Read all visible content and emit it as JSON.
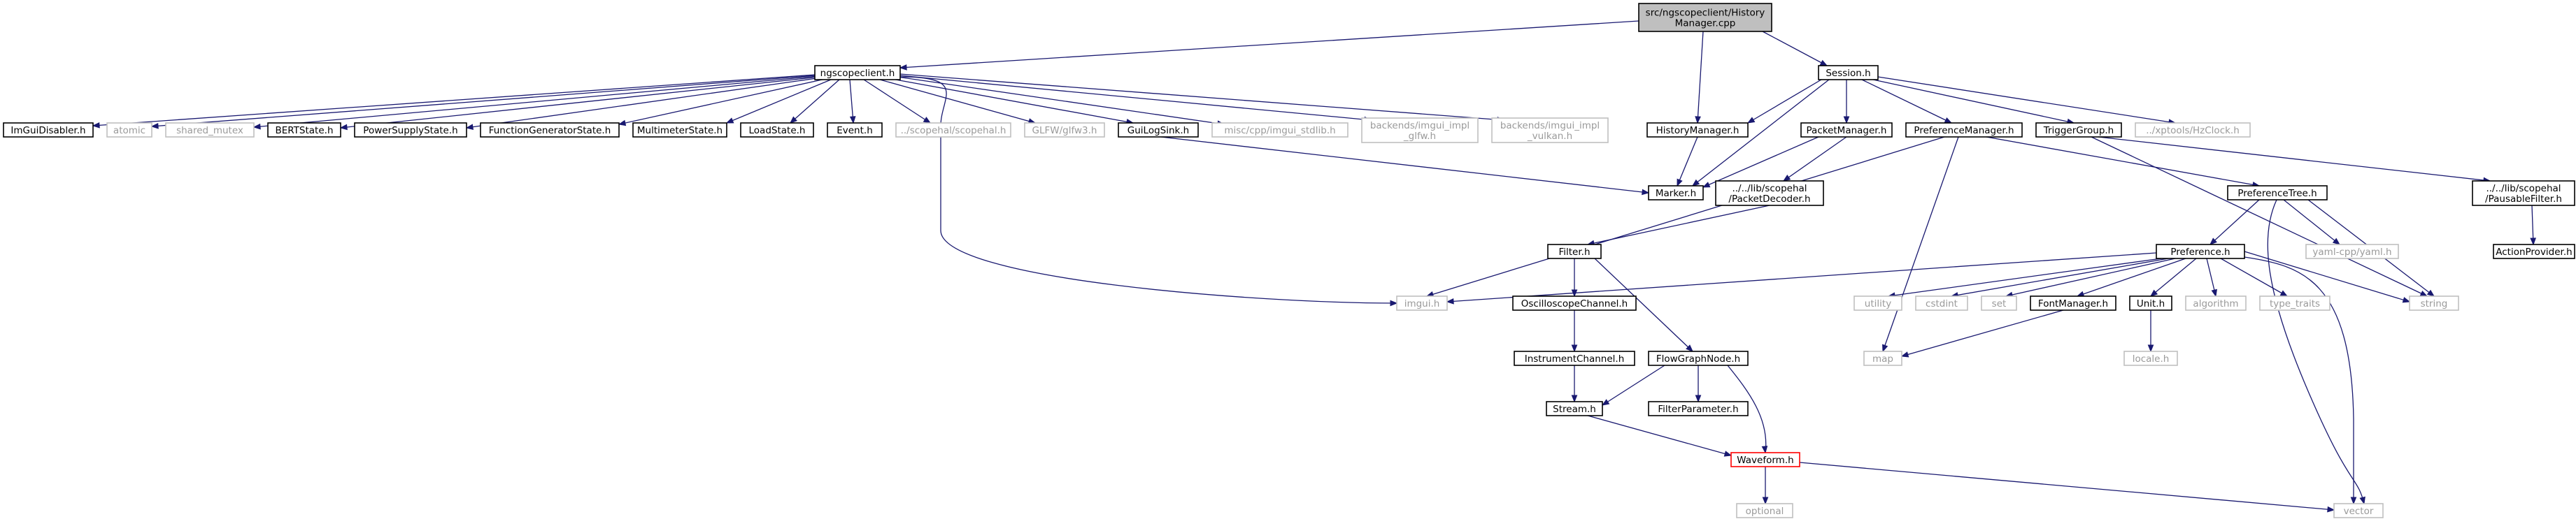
{
  "graph": {
    "edge_color": "#191970",
    "nodes": [
      {
        "id": "root",
        "lines": [
          "src/ngscopeclient/History",
          "Manager.cpp"
        ],
        "style": "root"
      },
      {
        "id": "ngscopeclient",
        "lines": [
          "ngscopeclient.h"
        ],
        "style": "strong"
      },
      {
        "id": "session",
        "lines": [
          "Session.h"
        ],
        "style": "strong"
      },
      {
        "id": "imguidisabler",
        "lines": [
          "ImGuiDisabler.h"
        ],
        "style": "strong"
      },
      {
        "id": "atomic",
        "lines": [
          "atomic"
        ],
        "style": "weak"
      },
      {
        "id": "sharedmutex",
        "lines": [
          "shared_mutex"
        ],
        "style": "weak"
      },
      {
        "id": "bertstate",
        "lines": [
          "BERTState.h"
        ],
        "style": "strong"
      },
      {
        "id": "powersupply",
        "lines": [
          "PowerSupplyState.h"
        ],
        "style": "strong"
      },
      {
        "id": "funcgen",
        "lines": [
          "FunctionGeneratorState.h"
        ],
        "style": "strong"
      },
      {
        "id": "multimeter",
        "lines": [
          "MultimeterState.h"
        ],
        "style": "strong"
      },
      {
        "id": "loadstate",
        "lines": [
          "LoadState.h"
        ],
        "style": "strong"
      },
      {
        "id": "event",
        "lines": [
          "Event.h"
        ],
        "style": "strong"
      },
      {
        "id": "scopehal",
        "lines": [
          "../scopehal/scopehal.h"
        ],
        "style": "weak"
      },
      {
        "id": "glfw",
        "lines": [
          "GLFW/glfw3.h"
        ],
        "style": "weak"
      },
      {
        "id": "guilogsink",
        "lines": [
          "GuiLogSink.h"
        ],
        "style": "strong"
      },
      {
        "id": "imguistdlib",
        "lines": [
          "misc/cpp/imgui_stdlib.h"
        ],
        "style": "weak"
      },
      {
        "id": "imguiglfw",
        "lines": [
          "backends/imgui_impl",
          "_glfw.h"
        ],
        "style": "weak"
      },
      {
        "id": "imguivulkan",
        "lines": [
          "backends/imgui_impl",
          "_vulkan.h"
        ],
        "style": "weak"
      },
      {
        "id": "historymgr",
        "lines": [
          "HistoryManager.h"
        ],
        "style": "strong"
      },
      {
        "id": "packetmgr",
        "lines": [
          "PacketManager.h"
        ],
        "style": "strong"
      },
      {
        "id": "prefmgr",
        "lines": [
          "PreferenceManager.h"
        ],
        "style": "strong"
      },
      {
        "id": "triggergroup",
        "lines": [
          "TriggerGroup.h"
        ],
        "style": "strong"
      },
      {
        "id": "hzclock",
        "lines": [
          "../xptools/HzClock.h"
        ],
        "style": "weak"
      },
      {
        "id": "marker",
        "lines": [
          "Marker.h"
        ],
        "style": "strong"
      },
      {
        "id": "packetdecoder",
        "lines": [
          "../../lib/scopehal",
          "/PacketDecoder.h"
        ],
        "style": "strong"
      },
      {
        "id": "preftree",
        "lines": [
          "PreferenceTree.h"
        ],
        "style": "strong"
      },
      {
        "id": "pausable",
        "lines": [
          "../../lib/scopehal",
          "/PausableFilter.h"
        ],
        "style": "strong"
      },
      {
        "id": "filter",
        "lines": [
          "Filter.h"
        ],
        "style": "strong"
      },
      {
        "id": "imgui",
        "lines": [
          "imgui.h"
        ],
        "style": "weak"
      },
      {
        "id": "preference",
        "lines": [
          "Preference.h"
        ],
        "style": "strong"
      },
      {
        "id": "yaml",
        "lines": [
          "yaml-cpp/yaml.h"
        ],
        "style": "weak"
      },
      {
        "id": "string",
        "lines": [
          "string"
        ],
        "style": "weak"
      },
      {
        "id": "actionprovider",
        "lines": [
          "ActionProvider.h"
        ],
        "style": "strong"
      },
      {
        "id": "utility",
        "lines": [
          "utility"
        ],
        "style": "weak"
      },
      {
        "id": "cstdint",
        "lines": [
          "cstdint"
        ],
        "style": "weak"
      },
      {
        "id": "set",
        "lines": [
          "set"
        ],
        "style": "weak"
      },
      {
        "id": "fontmgr",
        "lines": [
          "FontManager.h"
        ],
        "style": "strong"
      },
      {
        "id": "unit",
        "lines": [
          "Unit.h"
        ],
        "style": "strong"
      },
      {
        "id": "algorithm",
        "lines": [
          "algorithm"
        ],
        "style": "weak"
      },
      {
        "id": "typetraits",
        "lines": [
          "type_traits"
        ],
        "style": "weak"
      },
      {
        "id": "oscchannel",
        "lines": [
          "OscilloscopeChannel.h"
        ],
        "style": "strong"
      },
      {
        "id": "map",
        "lines": [
          "map"
        ],
        "style": "weak"
      },
      {
        "id": "locale",
        "lines": [
          "locale.h"
        ],
        "style": "weak"
      },
      {
        "id": "instrchannel",
        "lines": [
          "InstrumentChannel.h"
        ],
        "style": "strong"
      },
      {
        "id": "flowgraph",
        "lines": [
          "FlowGraphNode.h"
        ],
        "style": "strong"
      },
      {
        "id": "stream",
        "lines": [
          "Stream.h"
        ],
        "style": "strong"
      },
      {
        "id": "filterparam",
        "lines": [
          "FilterParameter.h"
        ],
        "style": "strong"
      },
      {
        "id": "waveform",
        "lines": [
          "Waveform.h"
        ],
        "style": "red"
      },
      {
        "id": "optional",
        "lines": [
          "optional"
        ],
        "style": "weak"
      },
      {
        "id": "vector",
        "lines": [
          "vector"
        ],
        "style": "weak"
      }
    ]
  }
}
